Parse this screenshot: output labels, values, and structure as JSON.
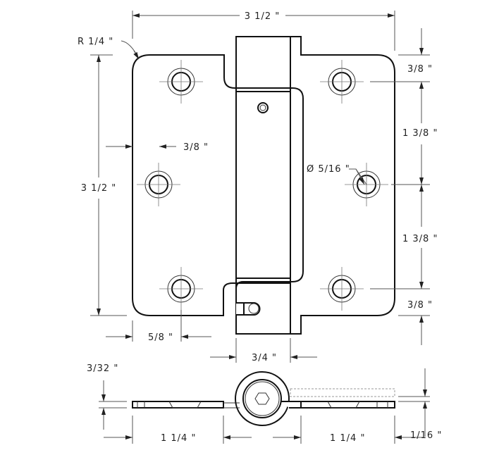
{
  "dimensions": {
    "overall_width": "3 1/2 \"",
    "overall_height": "3 1/2 \"",
    "corner_radius": "R 1/4 \"",
    "hole_inset_left": "3/8 \"",
    "hole_inset_bottom": "5/8 \"",
    "knuckle_width": "3/4 \"",
    "hole_diameter": "Ø 5/16 \"",
    "right_top": "3/8 \"",
    "right_upper_spacing": "1 3/8 \"",
    "right_lower_spacing": "1 3/8 \"",
    "right_bottom": "3/8 \"",
    "leaf_thickness": "3/32 \"",
    "leaf_left_length": "1 1/4 \"",
    "leaf_right_length": "1 1/4 \"",
    "offset": "1/16 \""
  }
}
